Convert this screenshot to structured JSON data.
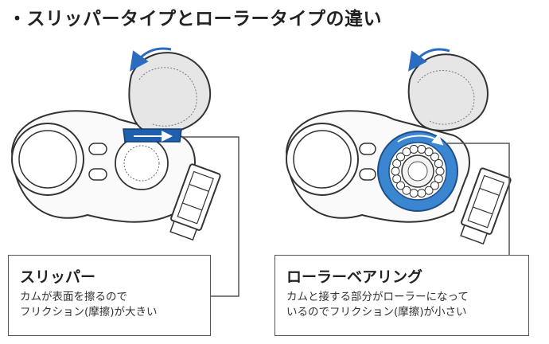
{
  "title": "・スリッパータイプとローラータイプの違い",
  "left": {
    "heading": "スリッパー",
    "desc_line1": "カムが表面を擦るので",
    "desc_line2": "フリクション(摩擦)が大きい"
  },
  "right": {
    "heading": "ローラーベアリング",
    "desc_line1": "カムと接する部分がローラーになって",
    "desc_line2": "いるのでフリクション(摩擦)が小さい"
  },
  "colors": {
    "accent_blue": "#1e5fae",
    "bearing_blue": "#3a86d0",
    "cam_gray": "#e6e6e6",
    "outline": "#333333"
  },
  "icons": [
    "rotation-arrow-icon",
    "slide-arrow-icon"
  ]
}
